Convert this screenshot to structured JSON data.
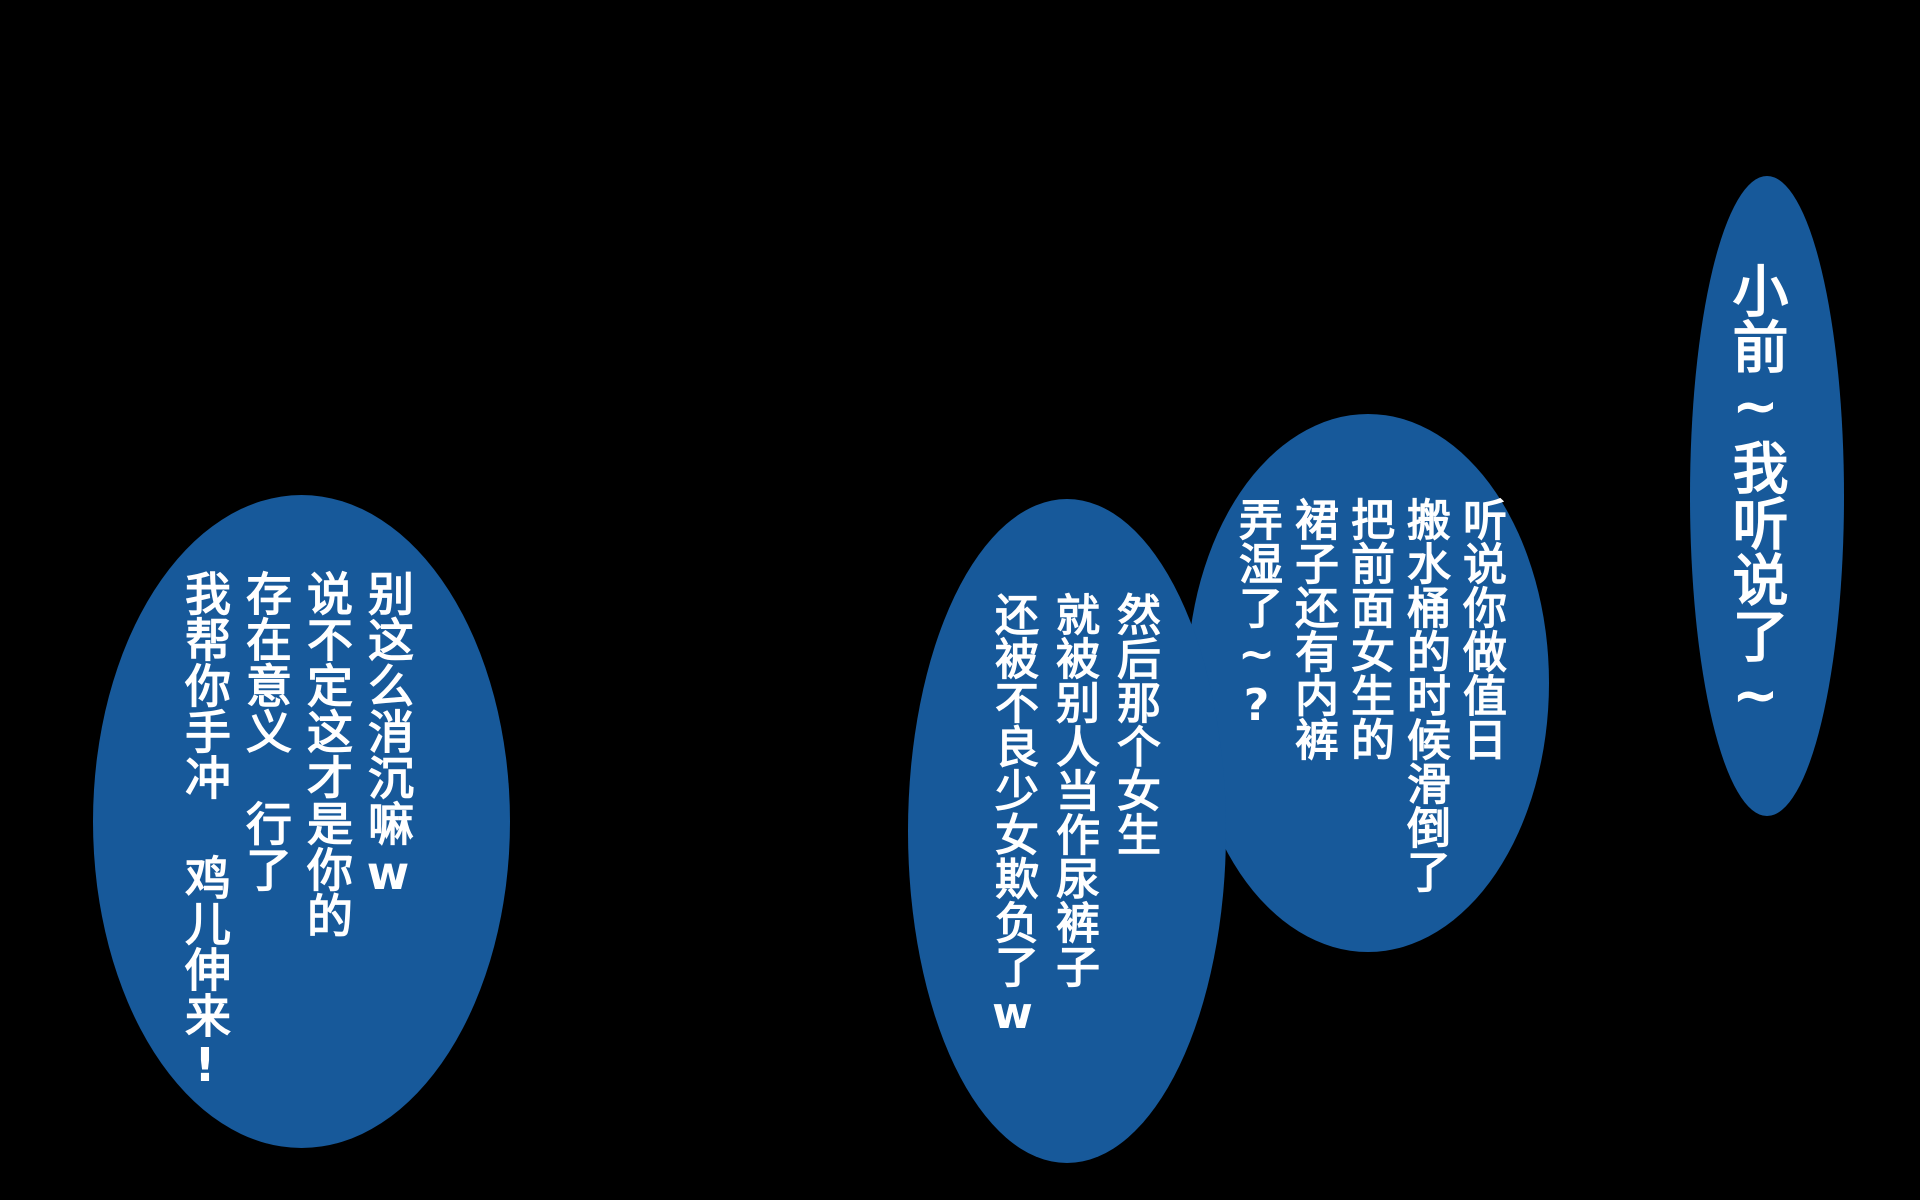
{
  "bubbles": [
    {
      "id": "bubble-1",
      "lines": [
        "小前~我听说了~"
      ]
    },
    {
      "id": "bubble-2",
      "lines": [
        "听说你做值日",
        "搬水桶的时候滑倒了",
        "把前面女生的",
        "裙子还有内裤",
        "弄湿了~?"
      ]
    },
    {
      "id": "bubble-3",
      "lines": [
        "然后那个女生",
        "就被别人当作尿裤子",
        "还被不良少女欺负了w"
      ]
    },
    {
      "id": "bubble-4",
      "lines": [
        "别这么消沉嘛w",
        "说不定这才是你的",
        "存在意义　行了",
        "我帮你手冲 鸡儿伸来!"
      ]
    }
  ],
  "colors": {
    "background": "#000000",
    "bubble_fill": "#17599a",
    "text": "#ffffff"
  }
}
